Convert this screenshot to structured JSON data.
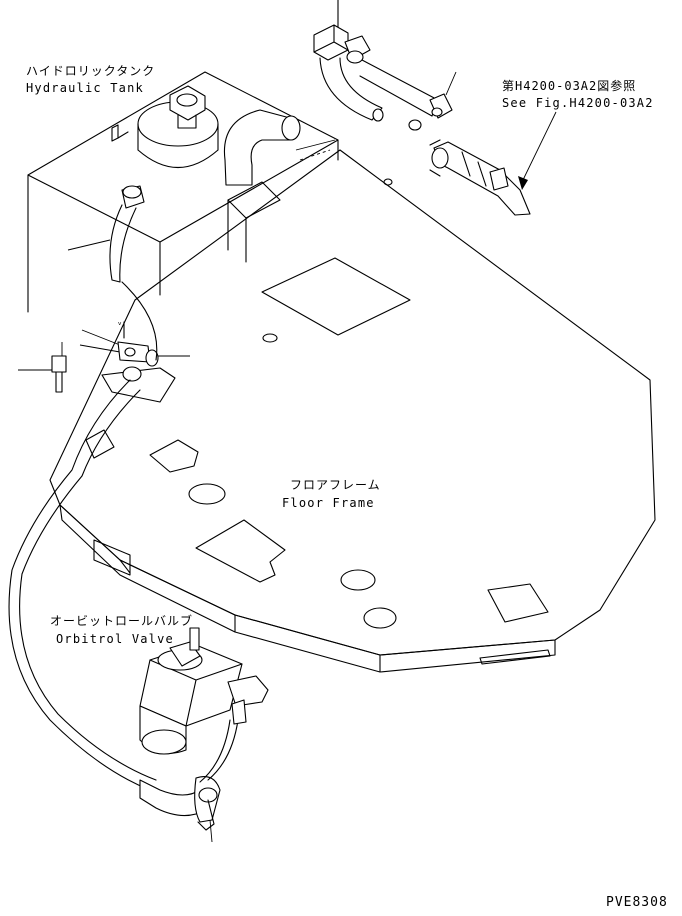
{
  "labels": {
    "hydraulic_tank_jp": "ハイドロリックタンク",
    "hydraulic_tank_en": "Hydraulic Tank",
    "see_fig_jp": "第H4200-03A2図参照",
    "see_fig_en": "See Fig.H4200-03A2",
    "floor_frame_jp": "フロアフレーム",
    "floor_frame_en": "Floor Frame",
    "orbitrol_valve_jp": "オービットロールバルブ",
    "orbitrol_valve_en": "Orbitrol Valve",
    "drawing_code": "PVE8308"
  }
}
